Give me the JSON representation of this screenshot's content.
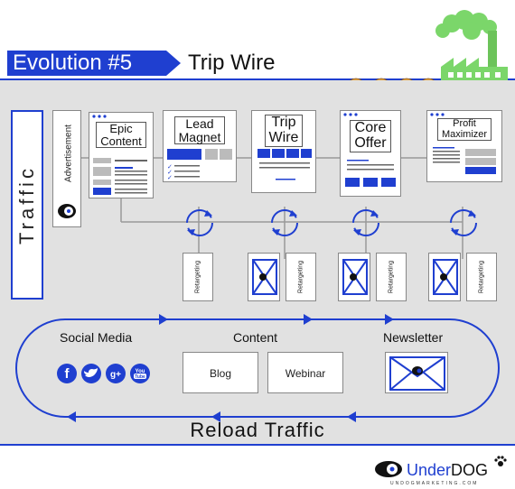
{
  "header": {
    "evolution": "Evolution #5",
    "subtitle": "Trip Wire"
  },
  "sidebar": {
    "traffic_label": "Traffic",
    "advertisement_label": "Advertisement"
  },
  "funnel": {
    "steps": [
      {
        "title_line1": "Epic",
        "title_line2": "Content"
      },
      {
        "title_line1": "Lead",
        "title_line2": "Magnet"
      },
      {
        "title_line1": "Trip",
        "title_line2": "Wire"
      },
      {
        "title_line1": "Core",
        "title_line2": "Offer"
      },
      {
        "title_line1": "Profit",
        "title_line2": "Maximizer"
      }
    ],
    "retargeting_label": "Retargeting"
  },
  "reload": {
    "social_media_label": "Social Media",
    "content_label": "Content",
    "newsletter_label": "Newsletter",
    "blog_label": "Blog",
    "webinar_label": "Webinar",
    "reload_traffic_label": "Reload Traffic",
    "social_icons": [
      "facebook-icon",
      "twitter-icon",
      "google-plus-icon",
      "youtube-icon"
    ],
    "youtube_text": "You Tube",
    "facebook_glyph": "f",
    "googleplus_glyph": "g+"
  },
  "brand": {
    "name_part1": "Under",
    "name_part2": "DOG",
    "url": "UNDOGMARKETING.COM"
  },
  "colors": {
    "accent": "#1f3fd0",
    "background_panel": "#e1e1e1",
    "factory_green": "#7bd66a"
  }
}
